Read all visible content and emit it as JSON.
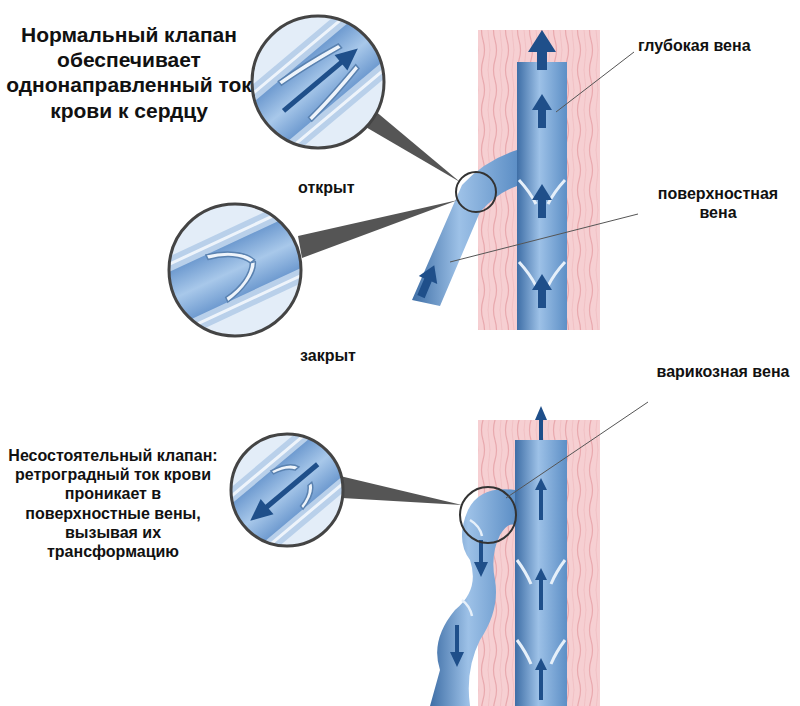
{
  "diagram": {
    "labels": [
      "Нормальный клапан обеспечивает однонаправленный ток крови к сердцу",
      "открыт",
      "глубокая вена",
      "поверхностная вена",
      "закрыт",
      "варикозная вена",
      "Несостоятельный клапан: ретроградный ток крови проникает в поверхностные вены, вызывая их трансформацию"
    ]
  }
}
